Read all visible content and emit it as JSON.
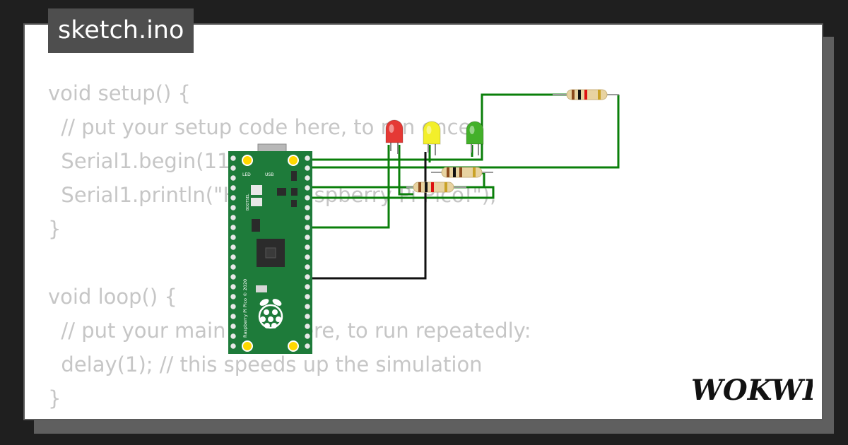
{
  "file": {
    "name": "sketch.ino"
  },
  "code": {
    "lines": [
      "void setup() {",
      "  // put your setup code here, to run once:",
      "  Serial1.begin(115200);",
      "  Serial1.println(\"Hello, Raspberry Pi Pico!\");",
      "}",
      "",
      "void loop() {",
      "  // put your main code here, to run repeatedly:",
      "  delay(1); // this speeds up the simulation",
      "}"
    ]
  },
  "board": {
    "usb_label": "USB",
    "led_label": "LED",
    "bootsel_label": "BOOTSEL",
    "vertical_text": "Raspberry Pi Pico © 2020"
  },
  "leds": [
    {
      "color_name": "red",
      "color": "#e53935"
    },
    {
      "color_name": "yellow",
      "color": "#f3ef2a"
    },
    {
      "color_name": "green",
      "color": "#43b02a"
    }
  ],
  "brand": {
    "logo_text": "WOKWI"
  },
  "colors": {
    "wire": "#0a7f0a",
    "ground_wire": "#111111",
    "board": "#1e7b3a",
    "code_text": "#c6c6c6"
  }
}
